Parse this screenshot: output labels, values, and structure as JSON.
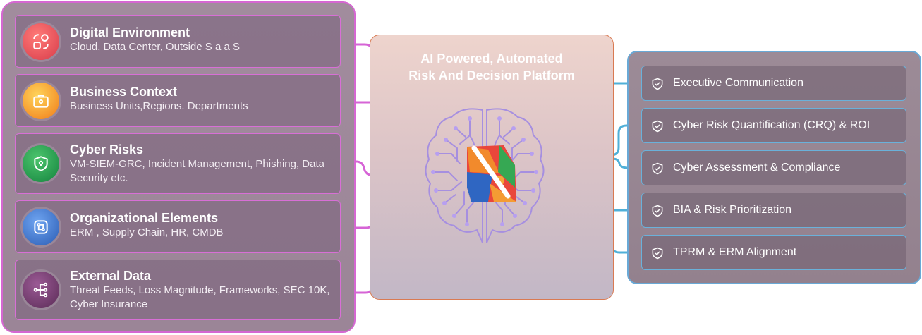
{
  "platform": {
    "title_line1": "AI Powered, Automated",
    "title_line2": "Risk And Decision Platform"
  },
  "sources": [
    {
      "title": "Digital Environment",
      "desc": "Cloud, Data Center, Outside S a a S",
      "icon": "apps-icon",
      "color": "#e5484d"
    },
    {
      "title": "Business Context",
      "desc": "Business Units,Regions. Departments",
      "icon": "briefcase-icon",
      "color": "#f28a1d"
    },
    {
      "title": "Cyber Risks",
      "desc": "VM-SIEM-GRC, Incident Management, Phishing, Data Security etc.",
      "icon": "shield-icon",
      "color": "#1f9a4b"
    },
    {
      "title": "Organizational Elements",
      "desc": "ERM , Supply Chain, HR, CMDB",
      "icon": "workflow-icon",
      "color": "#3a6fc4"
    },
    {
      "title": "External Data",
      "desc": "Threat Feeds, Loss Magnitude, Frameworks, SEC 10K, Cyber Insurance",
      "icon": "network-icon",
      "color": "#7a3b74"
    }
  ],
  "outputs": [
    {
      "label": "Executive Communication",
      "icon": "shield-check-icon"
    },
    {
      "label": "Cyber Risk Quantification (CRQ) & ROI",
      "icon": "shield-check-icon"
    },
    {
      "label": "Cyber Assessment & Compliance",
      "icon": "shield-check-icon"
    },
    {
      "label": "BIA & Risk Prioritization",
      "icon": "shield-check-icon"
    },
    {
      "label": "TPRM & ERM Alignment",
      "icon": "shield-check-icon"
    }
  ],
  "colors": {
    "source_wire": "#d664d6",
    "output_wire": "#4fb0d8",
    "brain_lines": "#a68fe0"
  }
}
